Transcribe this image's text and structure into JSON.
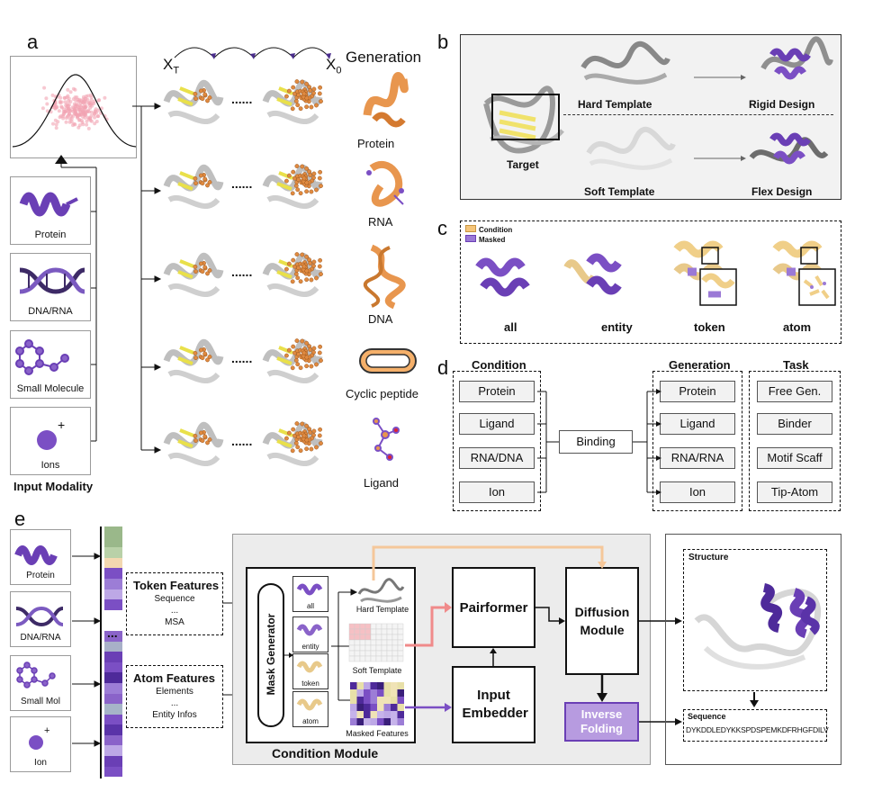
{
  "panels": {
    "a": "a",
    "b": "b",
    "c": "c",
    "d": "d",
    "e": "e"
  },
  "a": {
    "xt": "X",
    "xt_sub": "T",
    "x0": "X",
    "x0_sub": "0",
    "dots": "......",
    "generation_header": "Generation",
    "generations": [
      "Protein",
      "RNA",
      "DNA",
      "Cyclic peptide",
      "Ligand"
    ],
    "modalities": [
      "Protein",
      "DNA/RNA",
      "Small Molecule",
      "Ions"
    ],
    "input_modality": "Input Modality"
  },
  "b": {
    "hard_template": "Hard Template",
    "rigid_design": "Rigid Design",
    "target": "Target",
    "soft_template": "Soft Template",
    "flex_design": "Flex Design"
  },
  "c": {
    "legend": [
      "Condition",
      "Masked"
    ],
    "labels": [
      "all",
      "entity",
      "token",
      "atom"
    ]
  },
  "d": {
    "condition_header": "Condition",
    "conditions": [
      "Protein",
      "Ligand",
      "RNA/DNA",
      "Ion"
    ],
    "binding": "Binding",
    "generation_header": "Generation",
    "generations": [
      "Protein",
      "Ligand",
      "RNA/RNA",
      "Ion"
    ],
    "task_header": "Task",
    "tasks": [
      "Free Gen.",
      "Binder",
      "Motif Scaff",
      "Tip-Atom"
    ]
  },
  "e": {
    "inputs": [
      "Protein",
      "DNA/RNA",
      "Small Mol",
      "Ion"
    ],
    "ellipsis": "...",
    "token_features_title": "Token Features",
    "token_features_lines": [
      "Sequence",
      "...",
      "MSA"
    ],
    "atom_features_title": "Atom Features",
    "atom_features_lines": [
      "Elements",
      "...",
      "Entity Infos"
    ],
    "mask_generator": "Mask Generator",
    "mask_types": [
      "all",
      "entity",
      "token",
      "atom"
    ],
    "hard_template": "Hard Template",
    "soft_template": "Soft Template",
    "masked_features": "Masked Features",
    "pairformer": "Pairformer",
    "input_embedder": "Input Embedder",
    "diffusion_module": "Diffusion Module",
    "inverse_folding": "Inverse Folding",
    "condition_module": "Condition Module",
    "structure": "Structure",
    "sequence_title": "Sequence",
    "sequence": "DYKDDLEDYKKSPDSPEMKDFRHGFDILV"
  },
  "colors": {
    "purple": "#6a3fb5",
    "light_purple": "#b79be0",
    "orange": "#e8964e",
    "yellow": "#e9e04a",
    "gray_protein": "#c8c8c8",
    "pink": "#f08a8a",
    "peach": "#f5c79a",
    "module_bg": "#ececec"
  }
}
